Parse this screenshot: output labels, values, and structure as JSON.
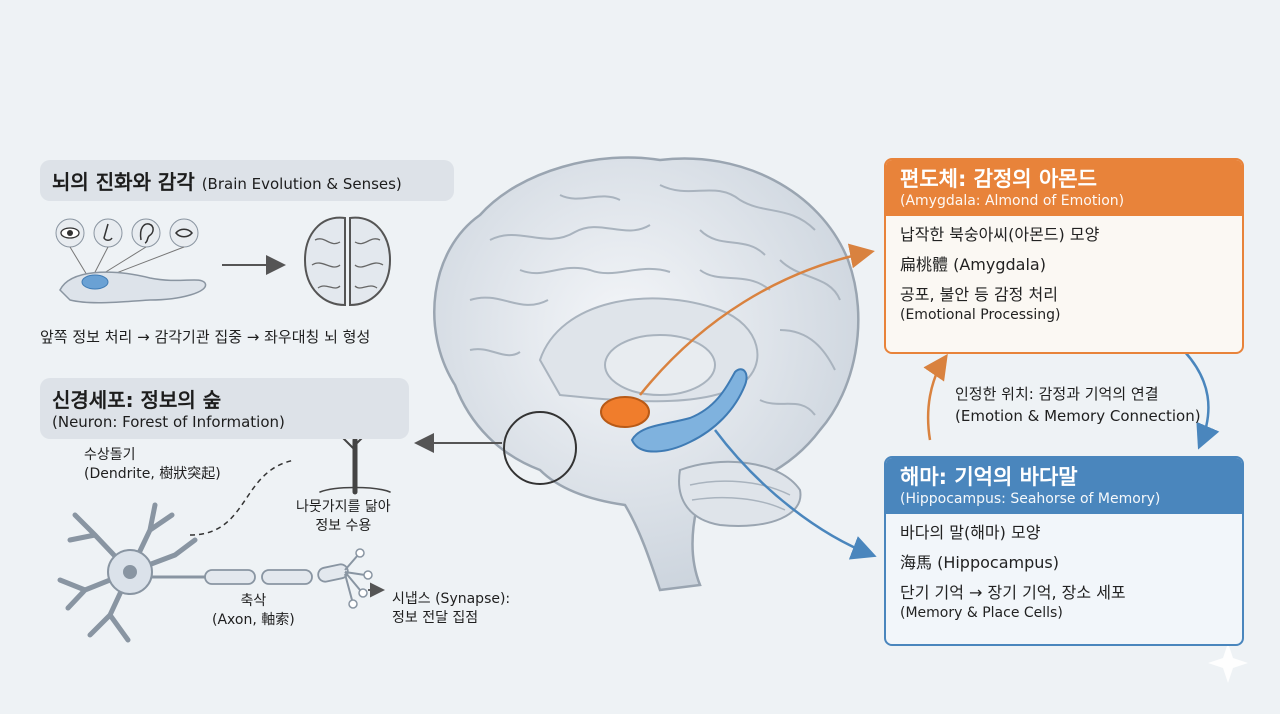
{
  "evolution": {
    "title": "뇌의 진화와 감각",
    "subtitle": "(Brain Evolution & Senses)",
    "caption": "앞쪽 정보 처리 → 감각기관 집중 → 좌우대칭 뇌 형성",
    "sense_icons": [
      "eye-icon",
      "nose-icon",
      "ear-icon",
      "mouth-icon"
    ]
  },
  "neuron": {
    "title": "신경세포: 정보의 숲",
    "subtitle": "(Neuron: Forest of Information)",
    "dendrite_label": "수상돌기",
    "dendrite_sub": "(Dendrite, 樹狀突起)",
    "tree_label_1": "나뭇가지를 닮아",
    "tree_label_2": "정보 수용",
    "axon_label": "축삭",
    "axon_sub": "(Axon, 軸索)",
    "synapse_label": "시냅스 (Synapse):",
    "synapse_sub": "정보 전달 집점"
  },
  "amygdala": {
    "title": "편도체: 감정의 아몬드",
    "subtitle": "(Amygdala: Almond of Emotion)",
    "line1": "납작한 북숭아씨(아몬드) 모양",
    "line2": "扁桃體 (Amygdala)",
    "line3": "공포, 불안 등 감정 처리",
    "line4": "(Emotional Processing)",
    "color": "#e8833a"
  },
  "connection": {
    "line1": "인정한 위치: 감정과 기억의 연결",
    "line2": "(Emotion & Memory Connection)"
  },
  "hippocampus": {
    "title": "해마: 기억의 바다말",
    "subtitle": "(Hippocampus: Seahorse of Memory)",
    "line1": "바다의 말(해마) 모양",
    "line2": "海馬 (Hippocampus)",
    "line3": "단기 기억 → 장기 기억, 장소 세포",
    "line4": "(Memory & Place Cells)",
    "color": "#4a86bd"
  }
}
